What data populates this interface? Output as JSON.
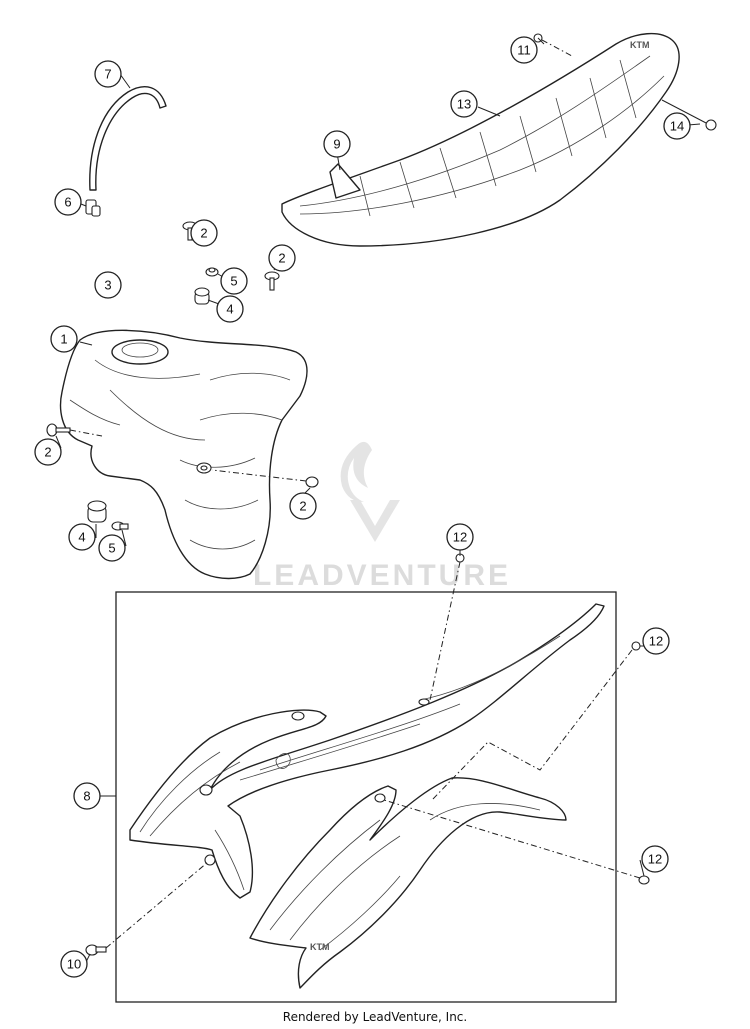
{
  "callouts": [
    {
      "id": "c7",
      "label": "7"
    },
    {
      "id": "c6",
      "label": "6"
    },
    {
      "id": "c3",
      "label": "3"
    },
    {
      "id": "c1",
      "label": "1"
    },
    {
      "id": "c2a",
      "label": "2"
    },
    {
      "id": "c5a",
      "label": "5"
    },
    {
      "id": "c4a",
      "label": "4"
    },
    {
      "id": "c2b",
      "label": "2"
    },
    {
      "id": "c2c",
      "label": "2"
    },
    {
      "id": "c2d",
      "label": "2"
    },
    {
      "id": "c4b",
      "label": "4"
    },
    {
      "id": "c5b",
      "label": "5"
    },
    {
      "id": "c9",
      "label": "9"
    },
    {
      "id": "c11",
      "label": "11"
    },
    {
      "id": "c13",
      "label": "13"
    },
    {
      "id": "c14",
      "label": "14"
    },
    {
      "id": "c12a",
      "label": "12"
    },
    {
      "id": "c12b",
      "label": "12"
    },
    {
      "id": "c12c",
      "label": "12"
    },
    {
      "id": "c8",
      "label": "8"
    },
    {
      "id": "c10",
      "label": "10"
    }
  ],
  "watermark": "LEADVENTURE",
  "credit": "Rendered by LeadVenture, Inc."
}
